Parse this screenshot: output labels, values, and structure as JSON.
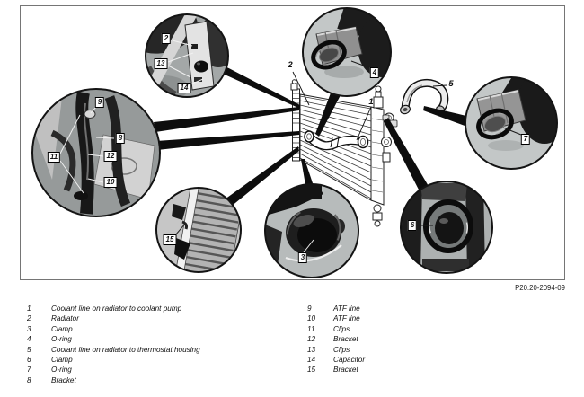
{
  "doc": {
    "part_number": "P20.20-2094-09"
  },
  "callouts": {
    "c1": "1",
    "c2": "2",
    "c3": "3",
    "c4": "4",
    "c5": "5",
    "c6": "6",
    "c7": "7",
    "c8": "8",
    "c9": "9",
    "c10": "10",
    "c11": "11",
    "c12": "12",
    "c13": "13",
    "c14": "14",
    "c15": "15"
  },
  "legend": {
    "items": [
      {
        "num": "1",
        "label": "Coolant line on radiator to coolant pump"
      },
      {
        "num": "2",
        "label": "Radiator"
      },
      {
        "num": "3",
        "label": "Clamp"
      },
      {
        "num": "4",
        "label": "O-ring"
      },
      {
        "num": "5",
        "label": "Coolant line on radiator to thermostat housing"
      },
      {
        "num": "6",
        "label": "Clamp"
      },
      {
        "num": "7",
        "label": "O-ring"
      },
      {
        "num": "8",
        "label": "Bracket"
      },
      {
        "num": "9",
        "label": "ATF line"
      },
      {
        "num": "10",
        "label": "ATF line"
      },
      {
        "num": "11",
        "label": "Clips"
      },
      {
        "num": "12",
        "label": "Bracket"
      },
      {
        "num": "13",
        "label": "Clips"
      },
      {
        "num": "14",
        "label": "Capacitor"
      },
      {
        "num": "15",
        "label": "Bracket"
      }
    ]
  }
}
